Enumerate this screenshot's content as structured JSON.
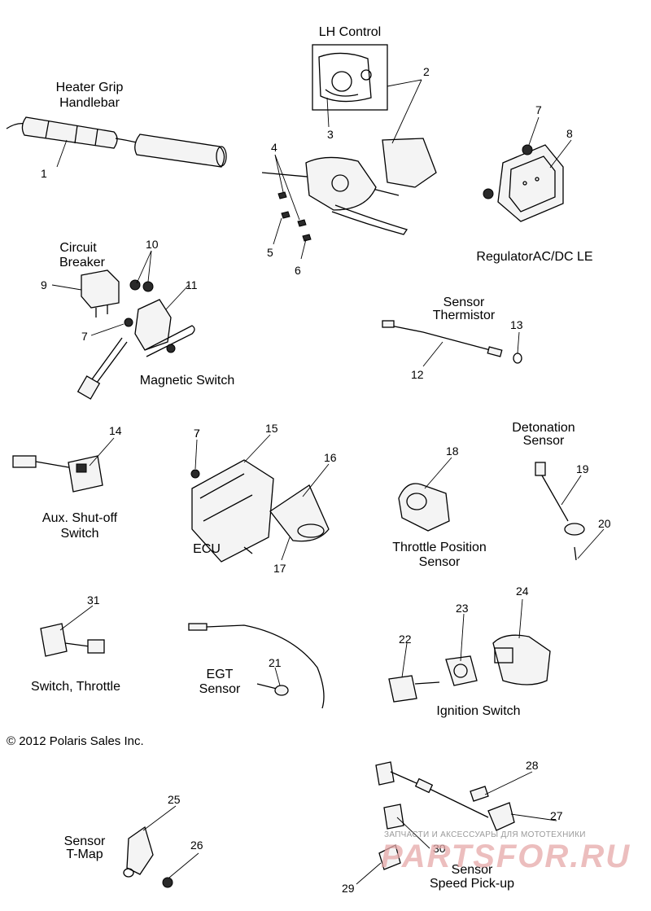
{
  "labels": {
    "lh_control": "LH Control",
    "heater_grip": "Heater Grip",
    "handlebar": "Handlebar",
    "regulator": "RegulatorAC/DC LE",
    "circuit": "Circuit",
    "breaker": "Breaker",
    "sensor_thermistor_1": "Sensor",
    "sensor_thermistor_2": "Thermistor",
    "magnetic_switch": "Magnetic Switch",
    "detonation_1": "Detonation",
    "detonation_2": "Sensor",
    "aux_1": "Aux. Shut-off",
    "aux_2": "Switch",
    "ecu": "ECU",
    "tps_1": "Throttle Position",
    "tps_2": "Sensor",
    "switch_throttle": "Switch, Throttle",
    "egt_1": "EGT",
    "egt_2": "Sensor",
    "ignition_switch": "Ignition Switch",
    "tmap_1": "Sensor",
    "tmap_2": "T-Map",
    "speed_1": "Sensor",
    "speed_2": "Speed Pick-up"
  },
  "copyright": "© 2012 Polaris Sales Inc.",
  "watermark": {
    "small": "ЗАПЧАСТИ И АКСЕССУАРЫ ДЛЯ МОТОТЕХНИКИ",
    "big": "PARTSFOR.RU"
  },
  "callouts": [
    "1",
    "2",
    "3",
    "4",
    "5",
    "6",
    "7",
    "8",
    "7",
    "10",
    "9",
    "11",
    "7",
    "12",
    "13",
    "14",
    "7",
    "15",
    "16",
    "17",
    "18",
    "19",
    "20",
    "31",
    "21",
    "22",
    "23",
    "24",
    "25",
    "26",
    "28",
    "27",
    "30",
    "29"
  ]
}
